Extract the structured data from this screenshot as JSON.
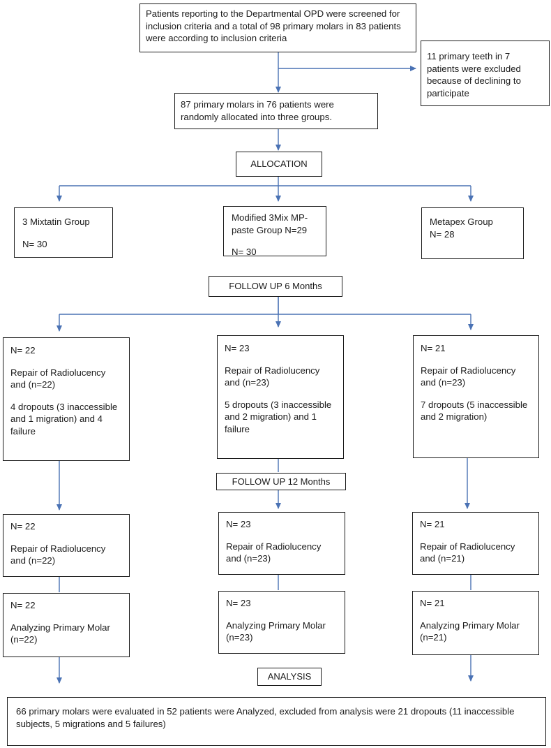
{
  "screening": "Patients reporting to the Departmental OPD were screened for inclusion criteria and a total of 98 primary molars in 83 patients were according to inclusion criteria",
  "excluded": "11 primary teeth in 7 patients were excluded because of declining to participate",
  "randomized": "87 primary molars in 76 patients were randomly allocated into three groups.",
  "allocation_label": "ALLOCATION",
  "groups": [
    {
      "name": "3 Mixtatin Group",
      "n": "N= 30"
    },
    {
      "name": "Modified 3Mix MP-paste Group N=29",
      "n": "N= 30"
    },
    {
      "name": "Metapex Group",
      "n": "N= 28"
    }
  ],
  "followup6_label": "FOLLOW UP 6 Months",
  "followup6": [
    {
      "n": "N= 22",
      "repair": "Repair of Radiolucency and (n=22)",
      "dropouts": "4 dropouts (3 inaccessible and 1 migration) and 4 failure"
    },
    {
      "n": "N= 23",
      "repair": "Repair of Radiolucency and (n=23)",
      "dropouts": "5 dropouts (3 inaccessible and 2 migration) and 1 failure"
    },
    {
      "n": "N= 21",
      "repair": "Repair of Radiolucency and (n=23)",
      "dropouts": "7 dropouts (5 inaccessible and 2 migration)"
    }
  ],
  "followup12_label": "FOLLOW UP 12 Months",
  "followup12": [
    {
      "n": "N= 22",
      "repair": "Repair of Radiolucency and (n=22)"
    },
    {
      "n": "N= 23",
      "repair": "Repair of Radiolucency and (n=23)"
    },
    {
      "n": "N= 21",
      "repair": "Repair of Radiolucency and (n=21)"
    }
  ],
  "analyzing": [
    {
      "n": "N= 22",
      "text": "Analyzing Primary Molar (n=22)"
    },
    {
      "n": "N= 23",
      "text": "Analyzing Primary Molar (n=23)"
    },
    {
      "n": "N= 21",
      "text": "Analyzing Primary Molar (n=21)"
    }
  ],
  "analysis_label": "ANALYSIS",
  "final": "66 primary molars were evaluated in 52 patients were Analyzed, excluded from analysis were 21 dropouts (11 inaccessible subjects, 5 migrations and 5 failures)"
}
